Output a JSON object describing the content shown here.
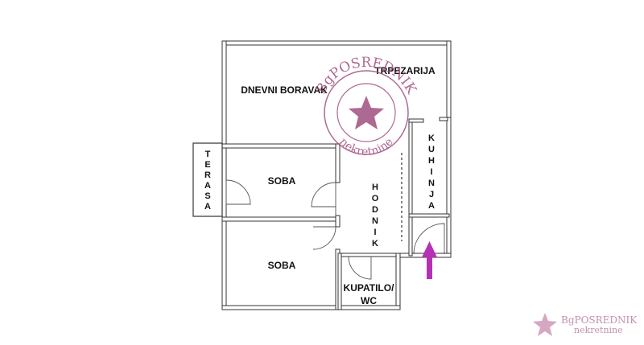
{
  "rooms": {
    "dnevni_boravak": "DNEVNI BORAVAK",
    "trpezarija": "TRPEZARIJA",
    "soba_gornja": "SOBA",
    "soba_donja": "SOBA",
    "terasa": [
      "T",
      "E",
      "R",
      "A",
      "S",
      "A"
    ],
    "hodnik": [
      "H",
      "O",
      "D",
      "N",
      "I",
      "K"
    ],
    "kuhinja": [
      "K",
      "U",
      "H",
      "I",
      "N",
      "J",
      "A"
    ],
    "kupatilo_line1": "KUPATILO/",
    "kupatilo_line2": "WC"
  },
  "stamp": {
    "top_text": "BgPOSREDNIK",
    "bottom_text": "nekretnine",
    "color": "#a0507f"
  },
  "corner_logo": {
    "brand": "BgPOSREDNIK",
    "sub": "nekretnine",
    "color": "#b06a95"
  },
  "entrance_arrow_color": "#b530b5"
}
